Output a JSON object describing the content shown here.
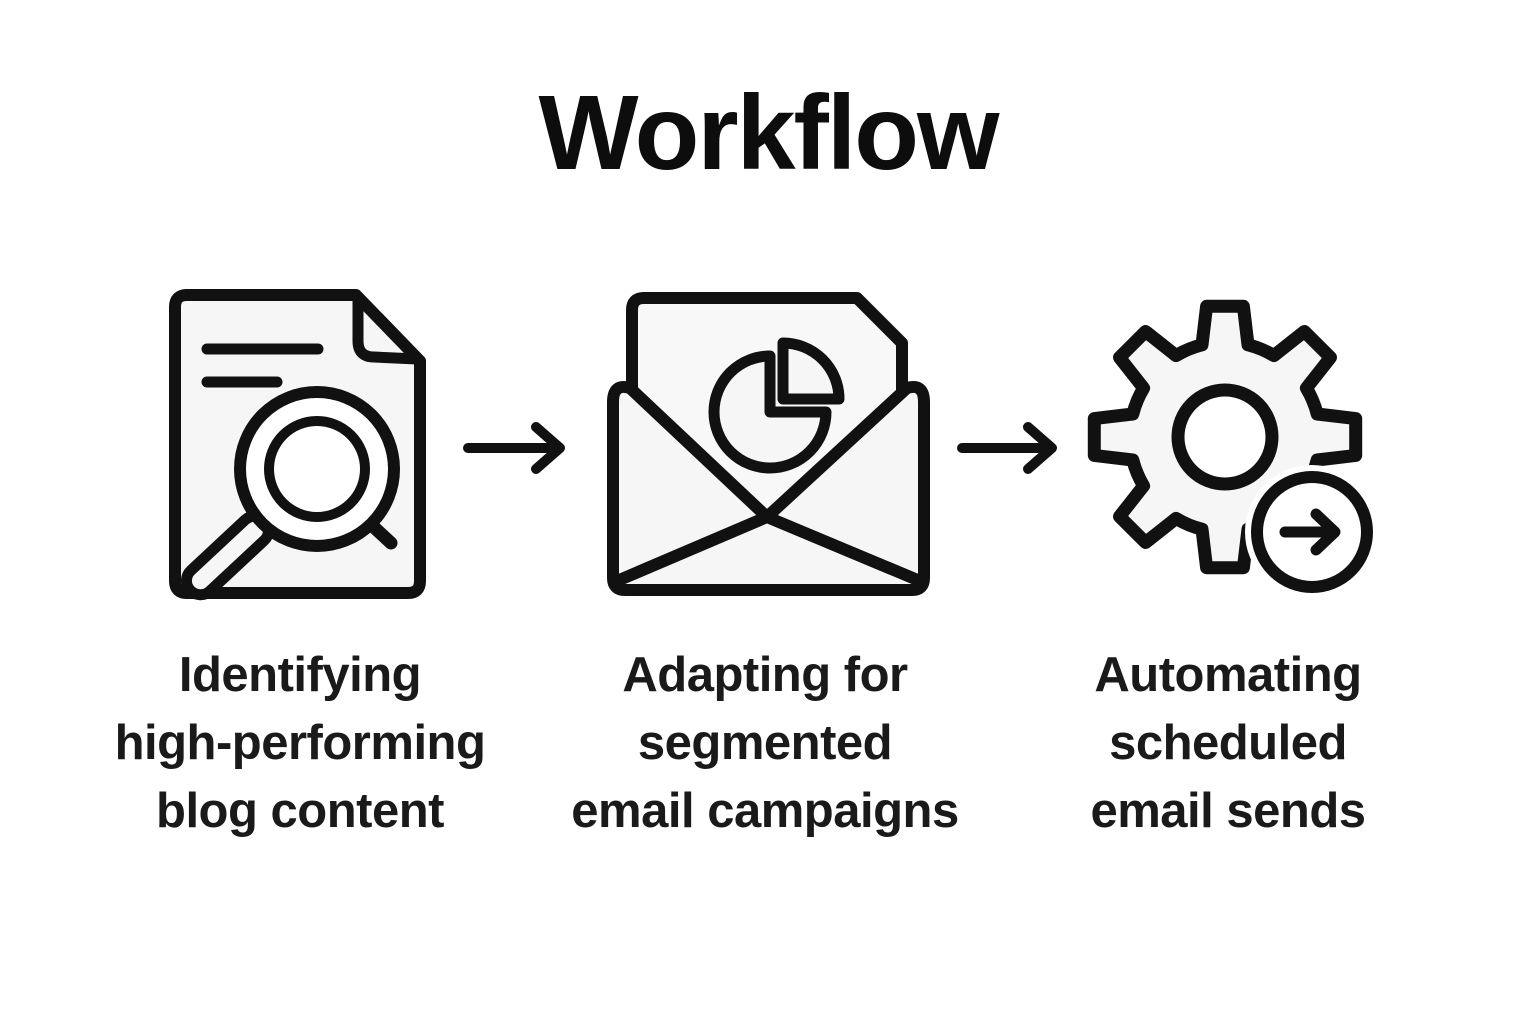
{
  "title": "Workflow",
  "colors": {
    "background": "#ffffff",
    "line_stroke": "#111111",
    "icon_fill": "#f6f6f6",
    "text": "#1a1a1a"
  },
  "steps": [
    {
      "caption": "Identifying\nhigh-performing\nblog content",
      "icon": "document-magnifier-icon"
    },
    {
      "caption": "Adapting for\nsegmented\nemail campaigns",
      "icon": "envelope-pie-chart-icon"
    },
    {
      "caption": "Automating\nscheduled\nemail sends",
      "icon": "gear-arrow-icon"
    }
  ],
  "connectors": [
    {
      "icon": "arrow-right-icon"
    },
    {
      "icon": "arrow-right-icon"
    }
  ]
}
